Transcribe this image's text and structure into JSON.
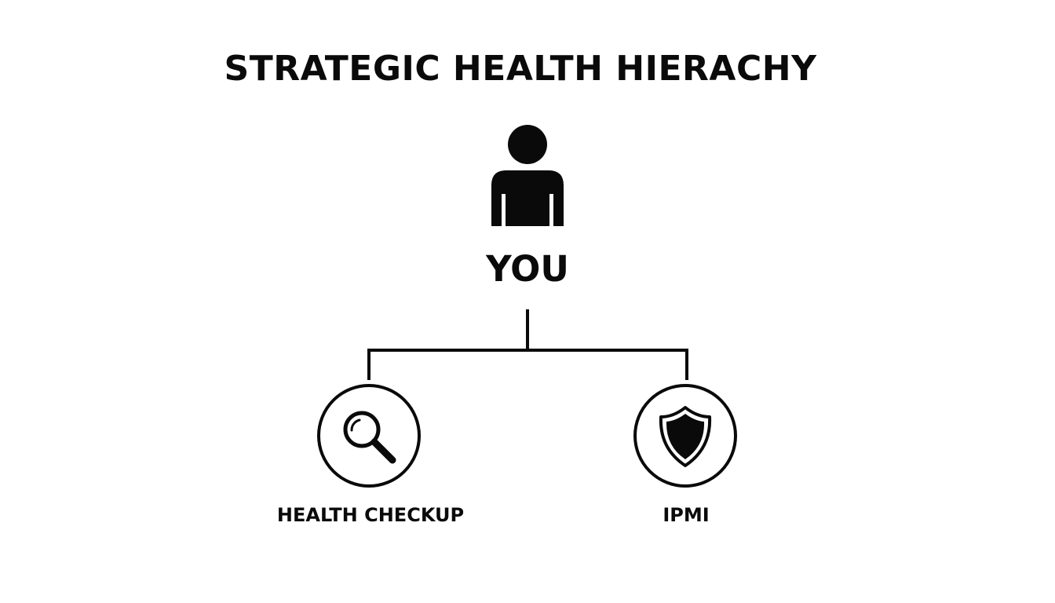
{
  "diagram": {
    "title": "STRATEGIC HEALTH HIERACHY",
    "root": {
      "label": "YOU",
      "icon": "person-icon"
    },
    "children": [
      {
        "label": "HEALTH CHECKUP",
        "icon": "magnifier-icon"
      },
      {
        "label": "IPMI",
        "icon": "shield-icon"
      }
    ],
    "colors": {
      "ink": "#0a0a0a",
      "background": "#ffffff"
    }
  }
}
